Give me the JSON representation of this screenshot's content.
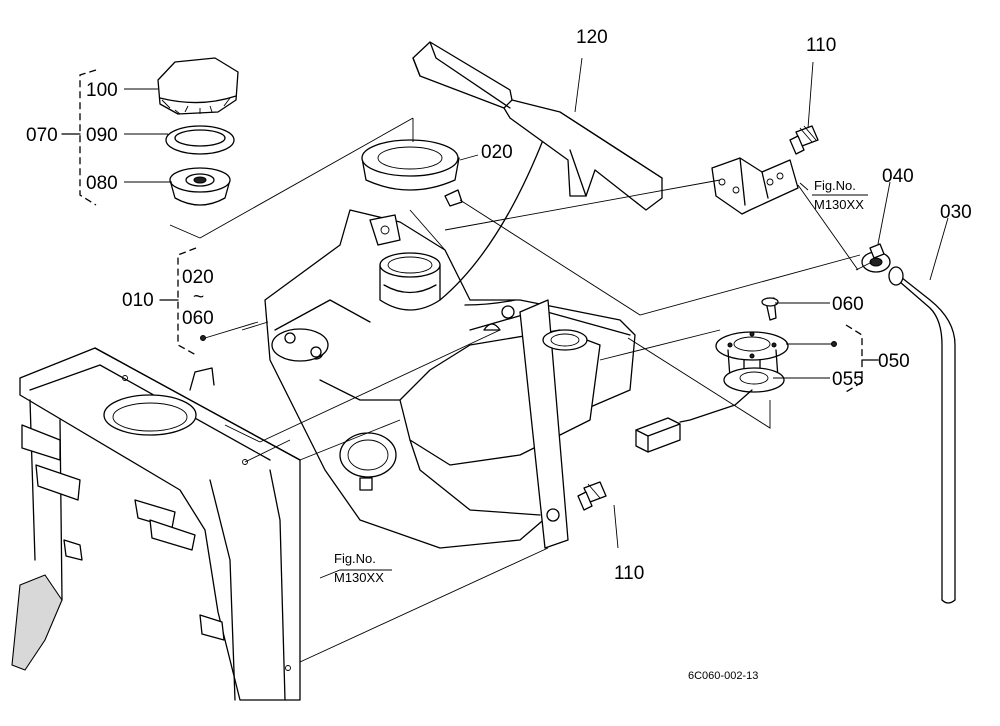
{
  "parts": {
    "p100": "100",
    "p090": "090",
    "p080": "080",
    "p070": "070",
    "p120": "120",
    "p110_top": "110",
    "p020": "020",
    "p040": "040",
    "p030": "030",
    "p010": "010",
    "p010_range_from": "020",
    "p010_range_sep": "~",
    "p010_range_to": "060",
    "p060": "060",
    "p050": "050",
    "p055": "055",
    "p110_bottom": "110"
  },
  "references": {
    "upper": {
      "title": "Fig.No.",
      "number": "M130XX"
    },
    "lower": {
      "title": "Fig.No.",
      "number": "M130XX"
    }
  },
  "drawing_code": "6C060-002-13"
}
